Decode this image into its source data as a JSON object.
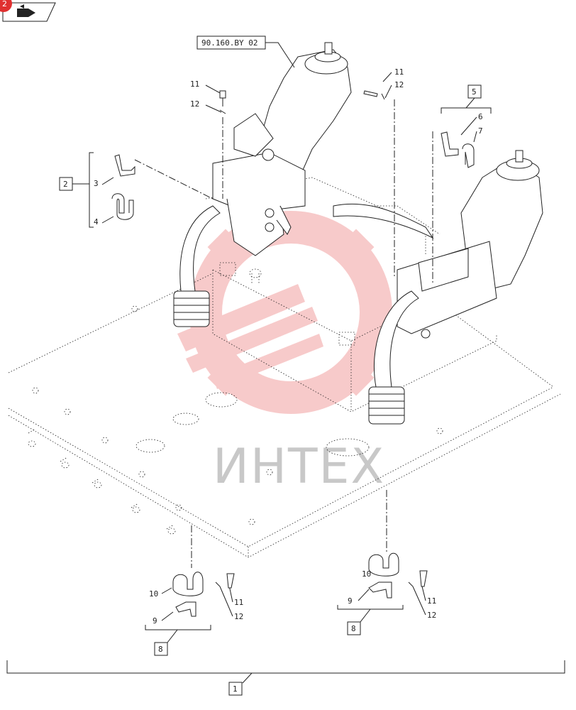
{
  "header": {
    "badge_number": "2",
    "icon": "book-arrow-icon"
  },
  "reference_box": "90.160.BY 02",
  "watermark": "ИНТЕХ",
  "colors": {
    "watermark": "#f2a0a0",
    "badge": "#e03030",
    "line": "#222222"
  },
  "callouts": {
    "item_1": "1",
    "item_2": "2",
    "item_3": "3",
    "item_4": "4",
    "item_5": "5",
    "item_6": "6",
    "item_7": "7",
    "item_8_left": "8",
    "item_8_right": "8",
    "item_9_left": "9",
    "item_9_right": "9",
    "item_10_left": "10",
    "item_10_right": "10",
    "item_11_top_left": "11",
    "item_12_top_left": "12",
    "item_11_top_right": "11",
    "item_12_top_right": "12",
    "item_11_bottom_left": "11",
    "item_12_bottom_left": "12",
    "item_11_bottom_right": "11",
    "item_12_bottom_right": "12"
  }
}
